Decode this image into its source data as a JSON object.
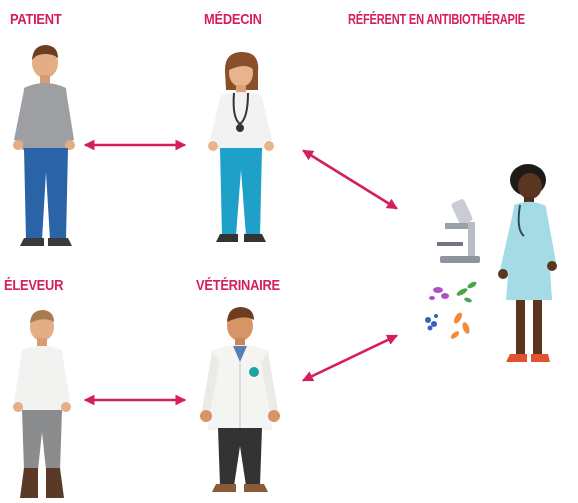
{
  "labels": {
    "patient": "PATIENT",
    "medecin": "MÉDECIN",
    "referent": "RÉFÉRENT EN ANTIBIOTHÉRAPIE",
    "eleveur": "ÉLEVEUR",
    "veterinaire": "VÉTÉRINAIRE"
  },
  "colors": {
    "accent": "#d61f56"
  }
}
